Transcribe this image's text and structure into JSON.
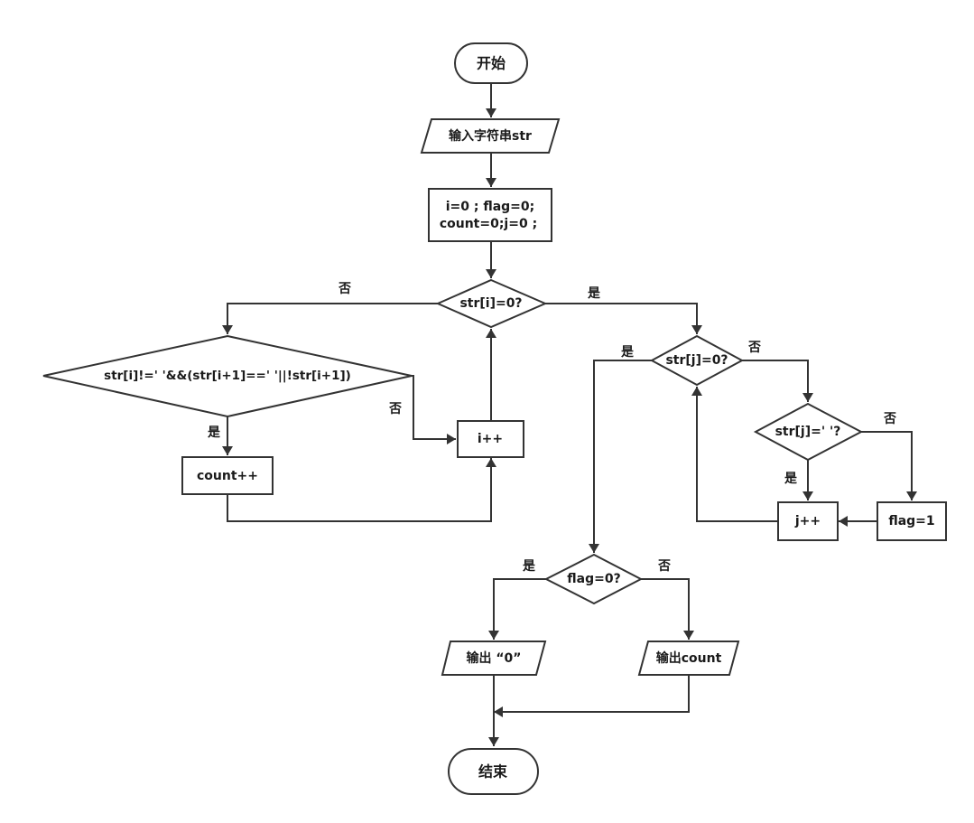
{
  "nodes": {
    "start": "开始",
    "input": "输入字符串str",
    "init_line1": "i=0 ; flag=0;",
    "init_line2": "count=0;j=0 ;",
    "cond_i_end": "str[i]=0?",
    "cond_word": "str[i]!=' '&&(str[i+1]==' '||!str[i+1])",
    "count_inc": "count++",
    "i_inc": "i++",
    "cond_j_end": "str[j]=0?",
    "cond_j_space": "str[j]=' '?",
    "j_inc": "j++",
    "flag_set": "flag=1",
    "cond_flag": "flag=0?",
    "output_zero": "输出 “0”",
    "output_count": "输出count",
    "end": "结束"
  },
  "labels": {
    "yes": "是",
    "no": "否"
  },
  "colors": {
    "stroke": "#333333",
    "fill": "#ffffff",
    "text": "#1a1a1a"
  }
}
